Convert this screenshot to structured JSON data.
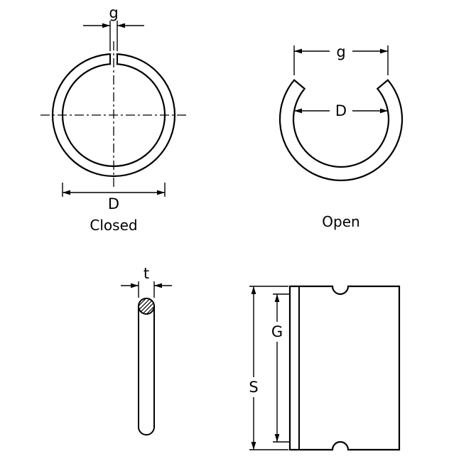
{
  "drawing": {
    "closed_view": {
      "gap_label": "g",
      "diameter_label": "D",
      "caption": "Closed"
    },
    "open_view": {
      "gap_label": "g",
      "diameter_label": "D",
      "caption": "Open"
    },
    "wire_view": {
      "thickness_label": "t"
    },
    "groove_view": {
      "groove_diameter_label": "G",
      "shaft_diameter_label": "S"
    }
  },
  "colors": {
    "caption": "#3232cd",
    "line": "#000000",
    "background": "#ffffff"
  }
}
